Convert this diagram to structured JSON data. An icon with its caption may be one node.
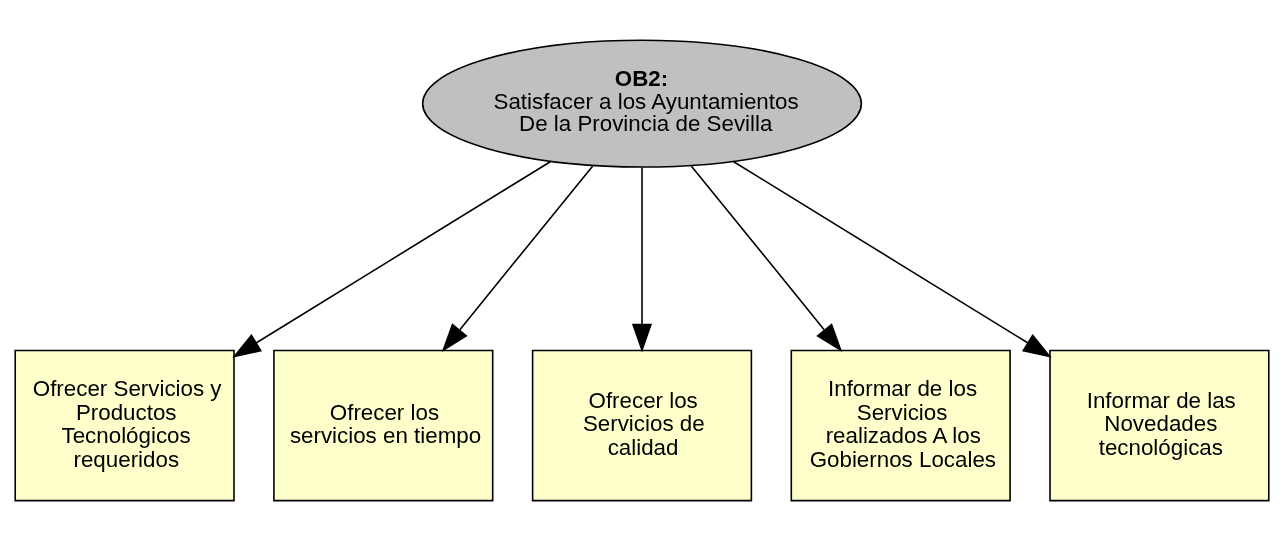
{
  "diagram": {
    "nodes": [
      {
        "text": [
          "OB2:",
          "Satisfacer a los Ayuntamientos De la Provincia de Sevilla"
        ]
      },
      {
        "text": [
          "Ofrecer Servicios y Productos Tecnológicos requeridos"
        ]
      },
      {
        "text": [
          "Ofrecer los servicios en tiempo"
        ]
      },
      {
        "text": [
          "Ofrecer los Servicios de calidad"
        ]
      },
      {
        "text": [
          "Informar de los Servicios realizados A los Gobiernos Locales"
        ]
      },
      {
        "text": [
          "Informar de las Novedades tecnológicas"
        ]
      }
    ],
    "edges": [
      {
        "from": 0,
        "to": 1,
        "arrow": "to"
      },
      {
        "from": 0,
        "to": 2,
        "arrow": "to"
      },
      {
        "from": 0,
        "to": 3,
        "arrow": "to"
      },
      {
        "from": 0,
        "to": 4,
        "arrow": "to"
      },
      {
        "from": 0,
        "to": 5,
        "arrow": "to"
      }
    ]
  }
}
